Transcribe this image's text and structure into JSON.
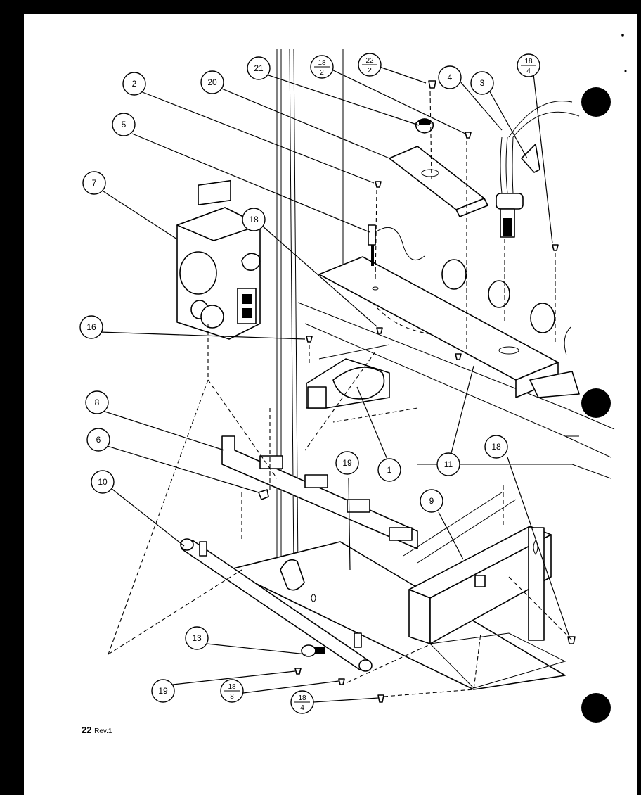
{
  "diagram": {
    "callouts": [
      {
        "id": "c2",
        "label": "2"
      },
      {
        "id": "c20",
        "label": "20"
      },
      {
        "id": "c21",
        "label": "21"
      },
      {
        "id": "c18-2a",
        "num": "18",
        "den": "2"
      },
      {
        "id": "c22-2",
        "num": "22",
        "den": "2"
      },
      {
        "id": "c4",
        "label": "4"
      },
      {
        "id": "c3",
        "label": "3"
      },
      {
        "id": "c18-4a",
        "num": "18",
        "den": "4"
      },
      {
        "id": "c5",
        "label": "5"
      },
      {
        "id": "c7",
        "label": "7"
      },
      {
        "id": "c18a",
        "label": "18"
      },
      {
        "id": "c16",
        "label": "16"
      },
      {
        "id": "c8",
        "label": "8"
      },
      {
        "id": "c6",
        "label": "6"
      },
      {
        "id": "c10",
        "label": "10"
      },
      {
        "id": "c19a",
        "label": "19"
      },
      {
        "id": "c1",
        "label": "1"
      },
      {
        "id": "c11",
        "label": "11"
      },
      {
        "id": "c18b",
        "label": "18"
      },
      {
        "id": "c9",
        "label": "9"
      },
      {
        "id": "c13",
        "label": "13"
      },
      {
        "id": "c19b",
        "label": "19"
      },
      {
        "id": "c18-8",
        "num": "18",
        "den": "8"
      },
      {
        "id": "c18-4b",
        "num": "18",
        "den": "4"
      }
    ],
    "revision": {
      "number": "22",
      "suffix": "Rev.1"
    }
  }
}
